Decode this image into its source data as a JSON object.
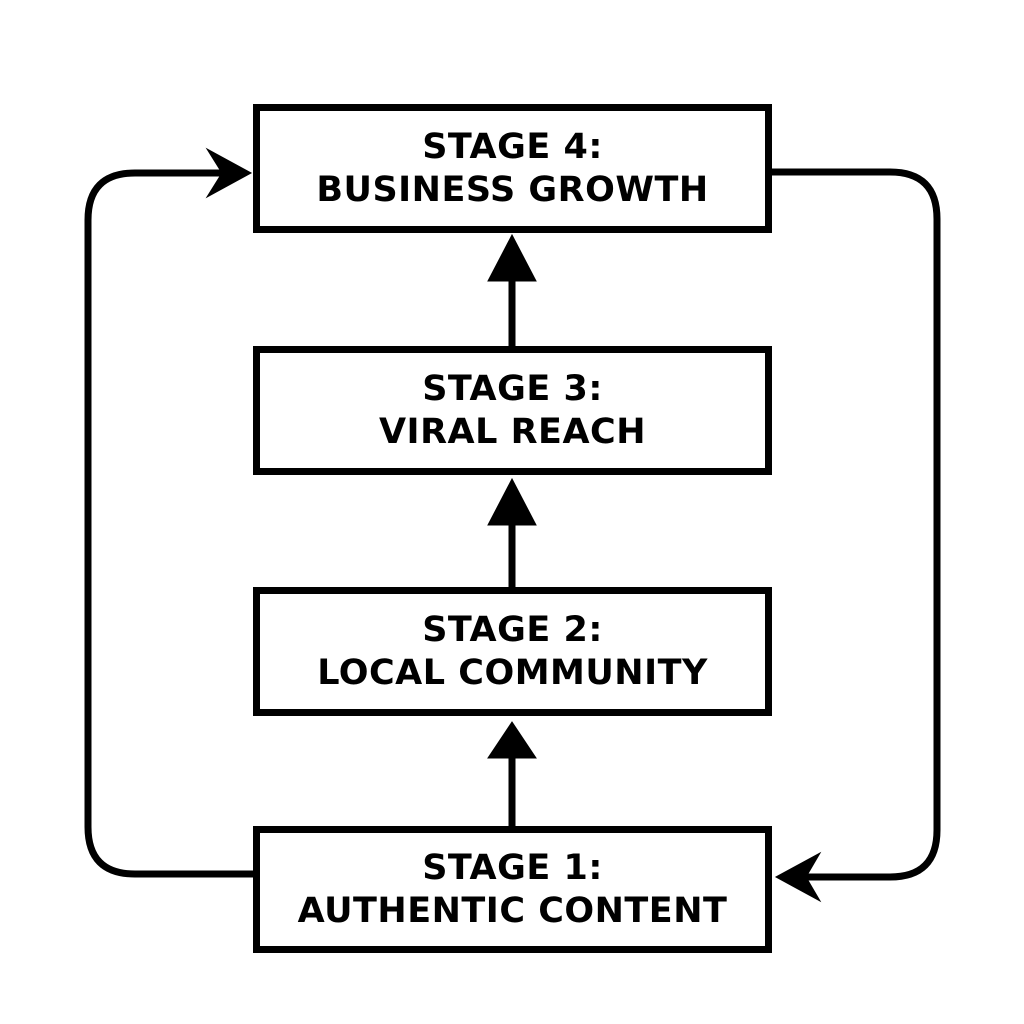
{
  "diagram": {
    "stages": [
      {
        "title": "STAGE 4:",
        "subtitle": "BUSINESS GROWTH"
      },
      {
        "title": "STAGE 3:",
        "subtitle": "VIRAL REACH"
      },
      {
        "title": "STAGE 2:",
        "subtitle": "LOCAL COMMUNITY"
      },
      {
        "title": "STAGE 1:",
        "subtitle": "AUTHENTIC CONTENT"
      }
    ],
    "colors": {
      "stroke": "#000000",
      "background": "#ffffff"
    }
  }
}
